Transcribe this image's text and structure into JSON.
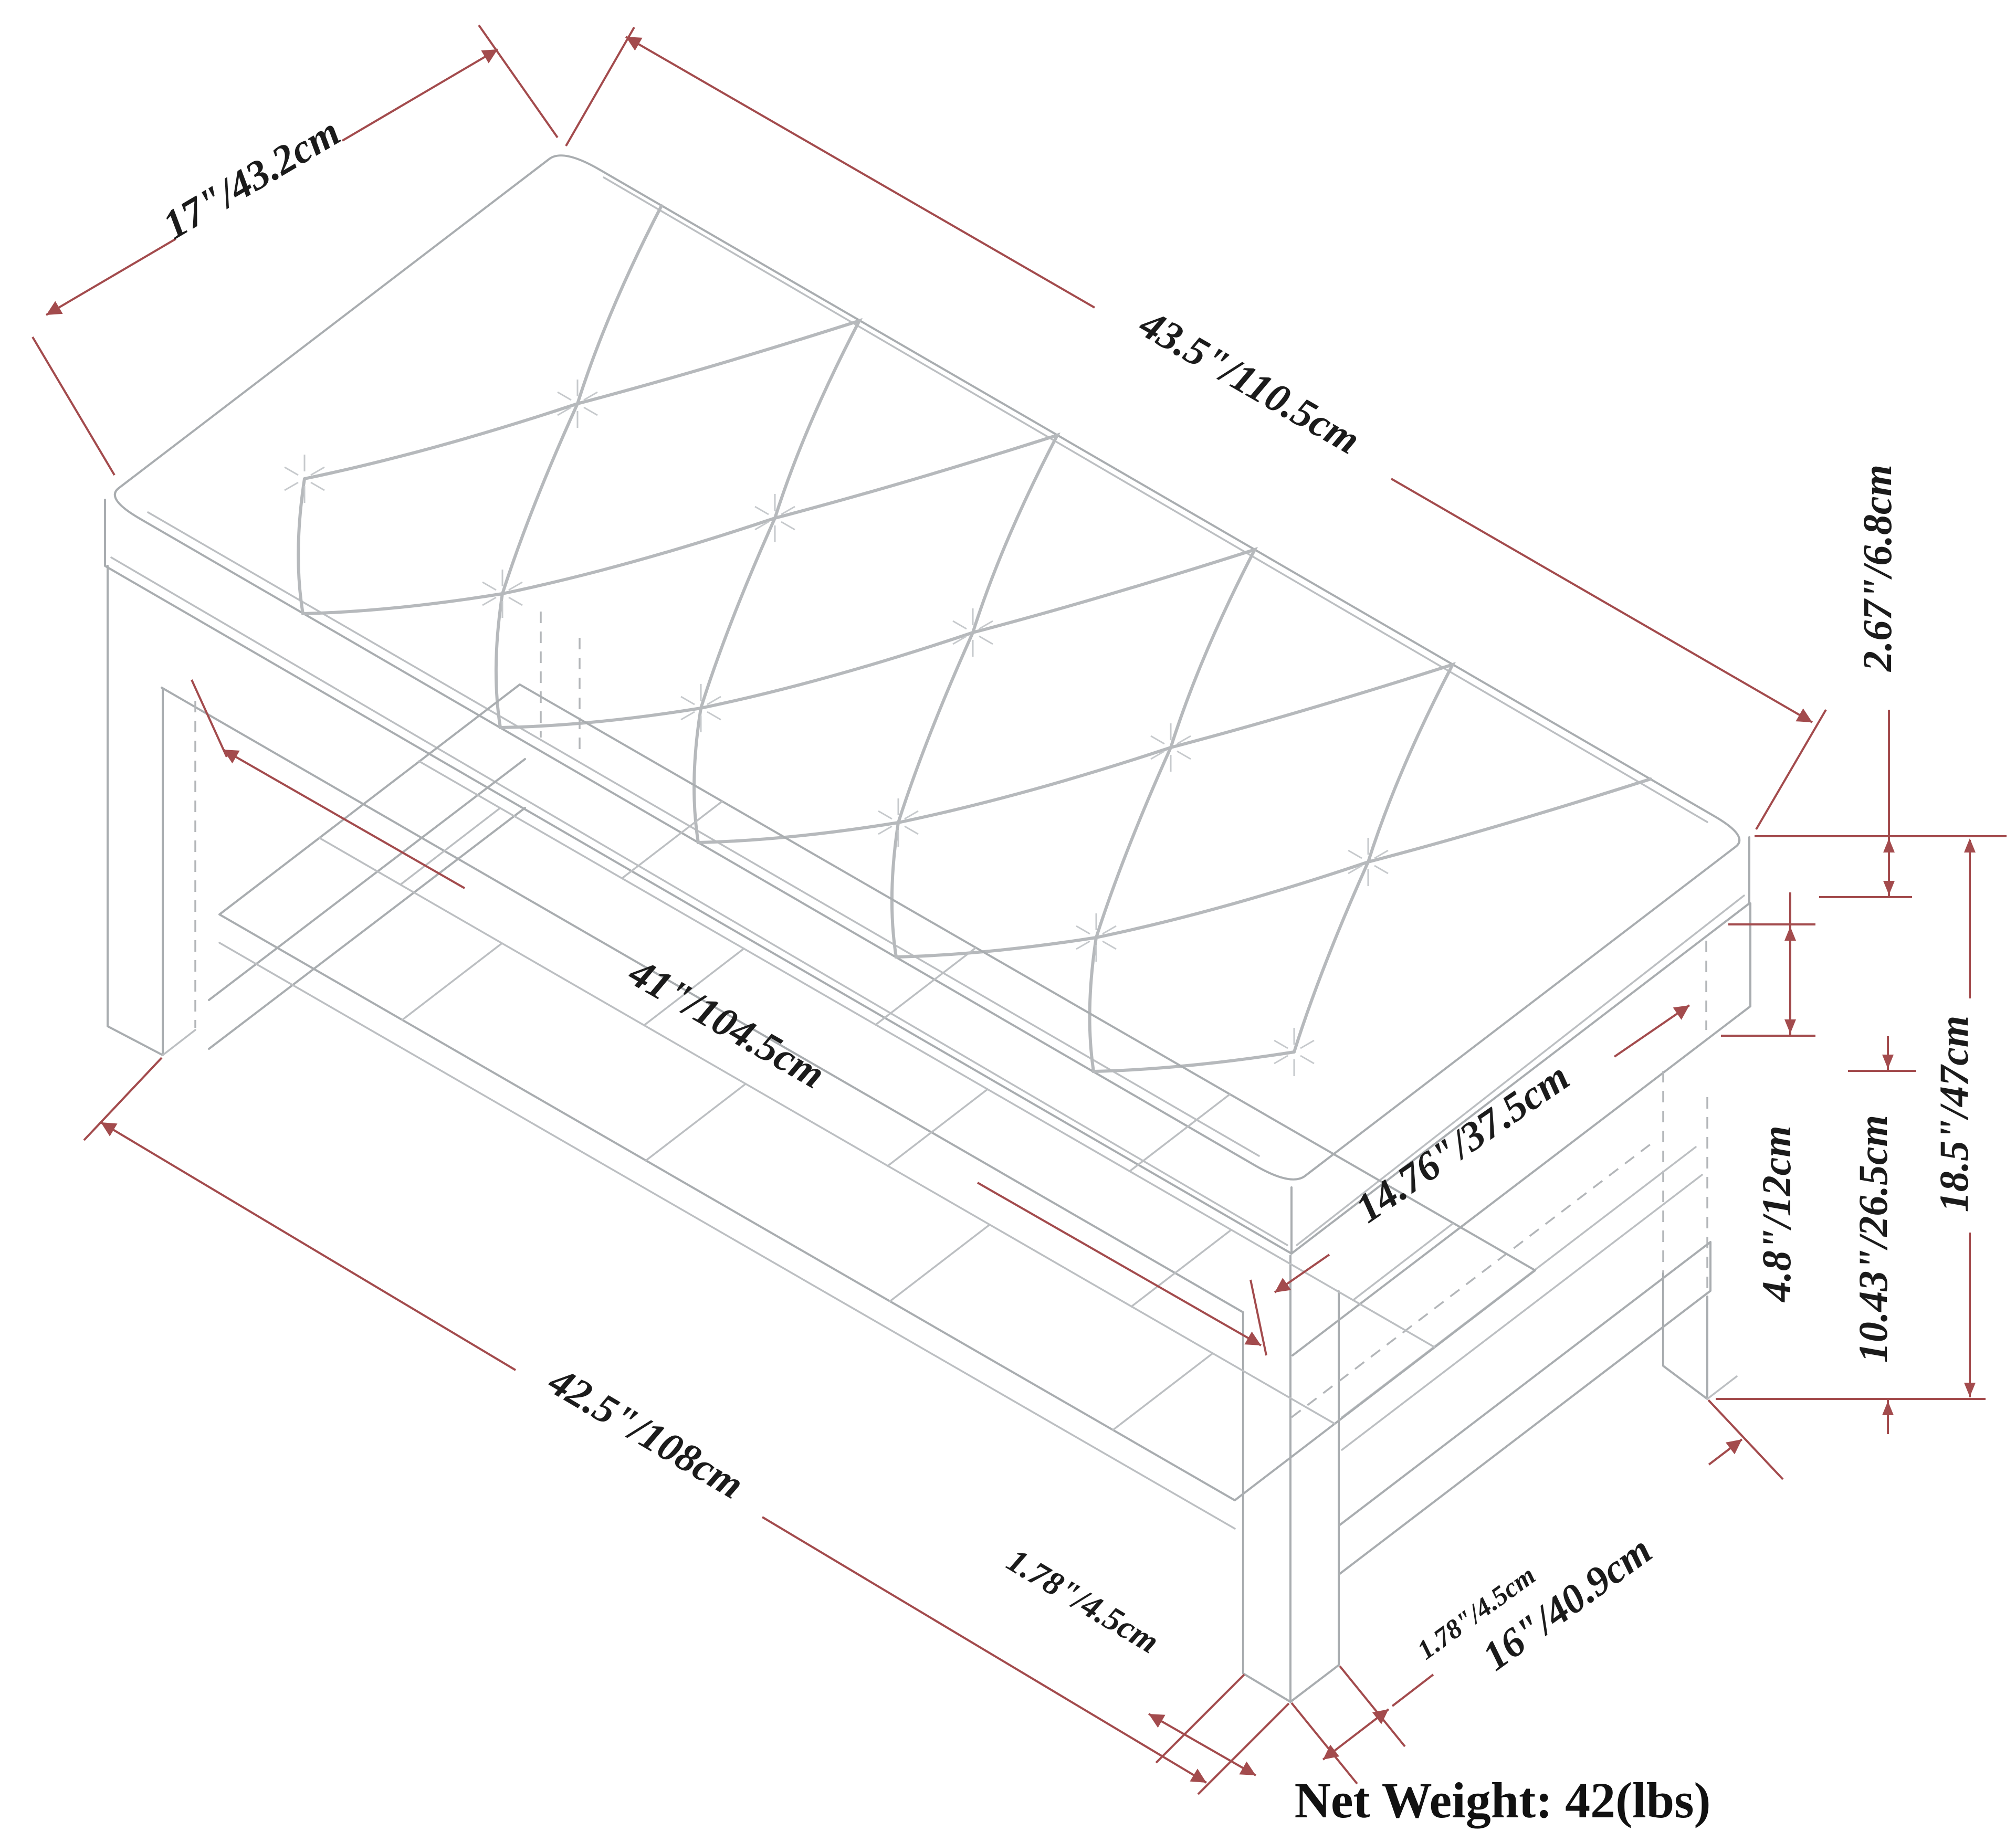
{
  "diagram": {
    "type": "isometric dimension line drawing of a tufted bench with slatted shelf",
    "colors": {
      "dimension_lines": "#a34b4d",
      "drawing_lines": "#a9adb0",
      "label_text": "#1b1b1b",
      "background": "#ffffff"
    },
    "labels": {
      "top_depth": "17\"/43.2cm",
      "top_length": "43.5\"/110.5cm",
      "cushion_thickness": "2.67\"/6.8cm",
      "inner_length": "41\"/104.5cm",
      "shelf_depth": "14.76\"/37.5cm",
      "apron_height": "4.8\"/12cm",
      "shelf_to_floor": "10.43\"/26.5cm",
      "base_height": "18.5\"/47cm",
      "base_length": "42.5\"/108cm",
      "leg_width_front": "1.78\"/4.5cm",
      "leg_width_side": "1.78\"/4.5cm",
      "base_depth": "16\"/40.9cm"
    },
    "net_weight_label": "Net Weight: 42(lbs)"
  }
}
